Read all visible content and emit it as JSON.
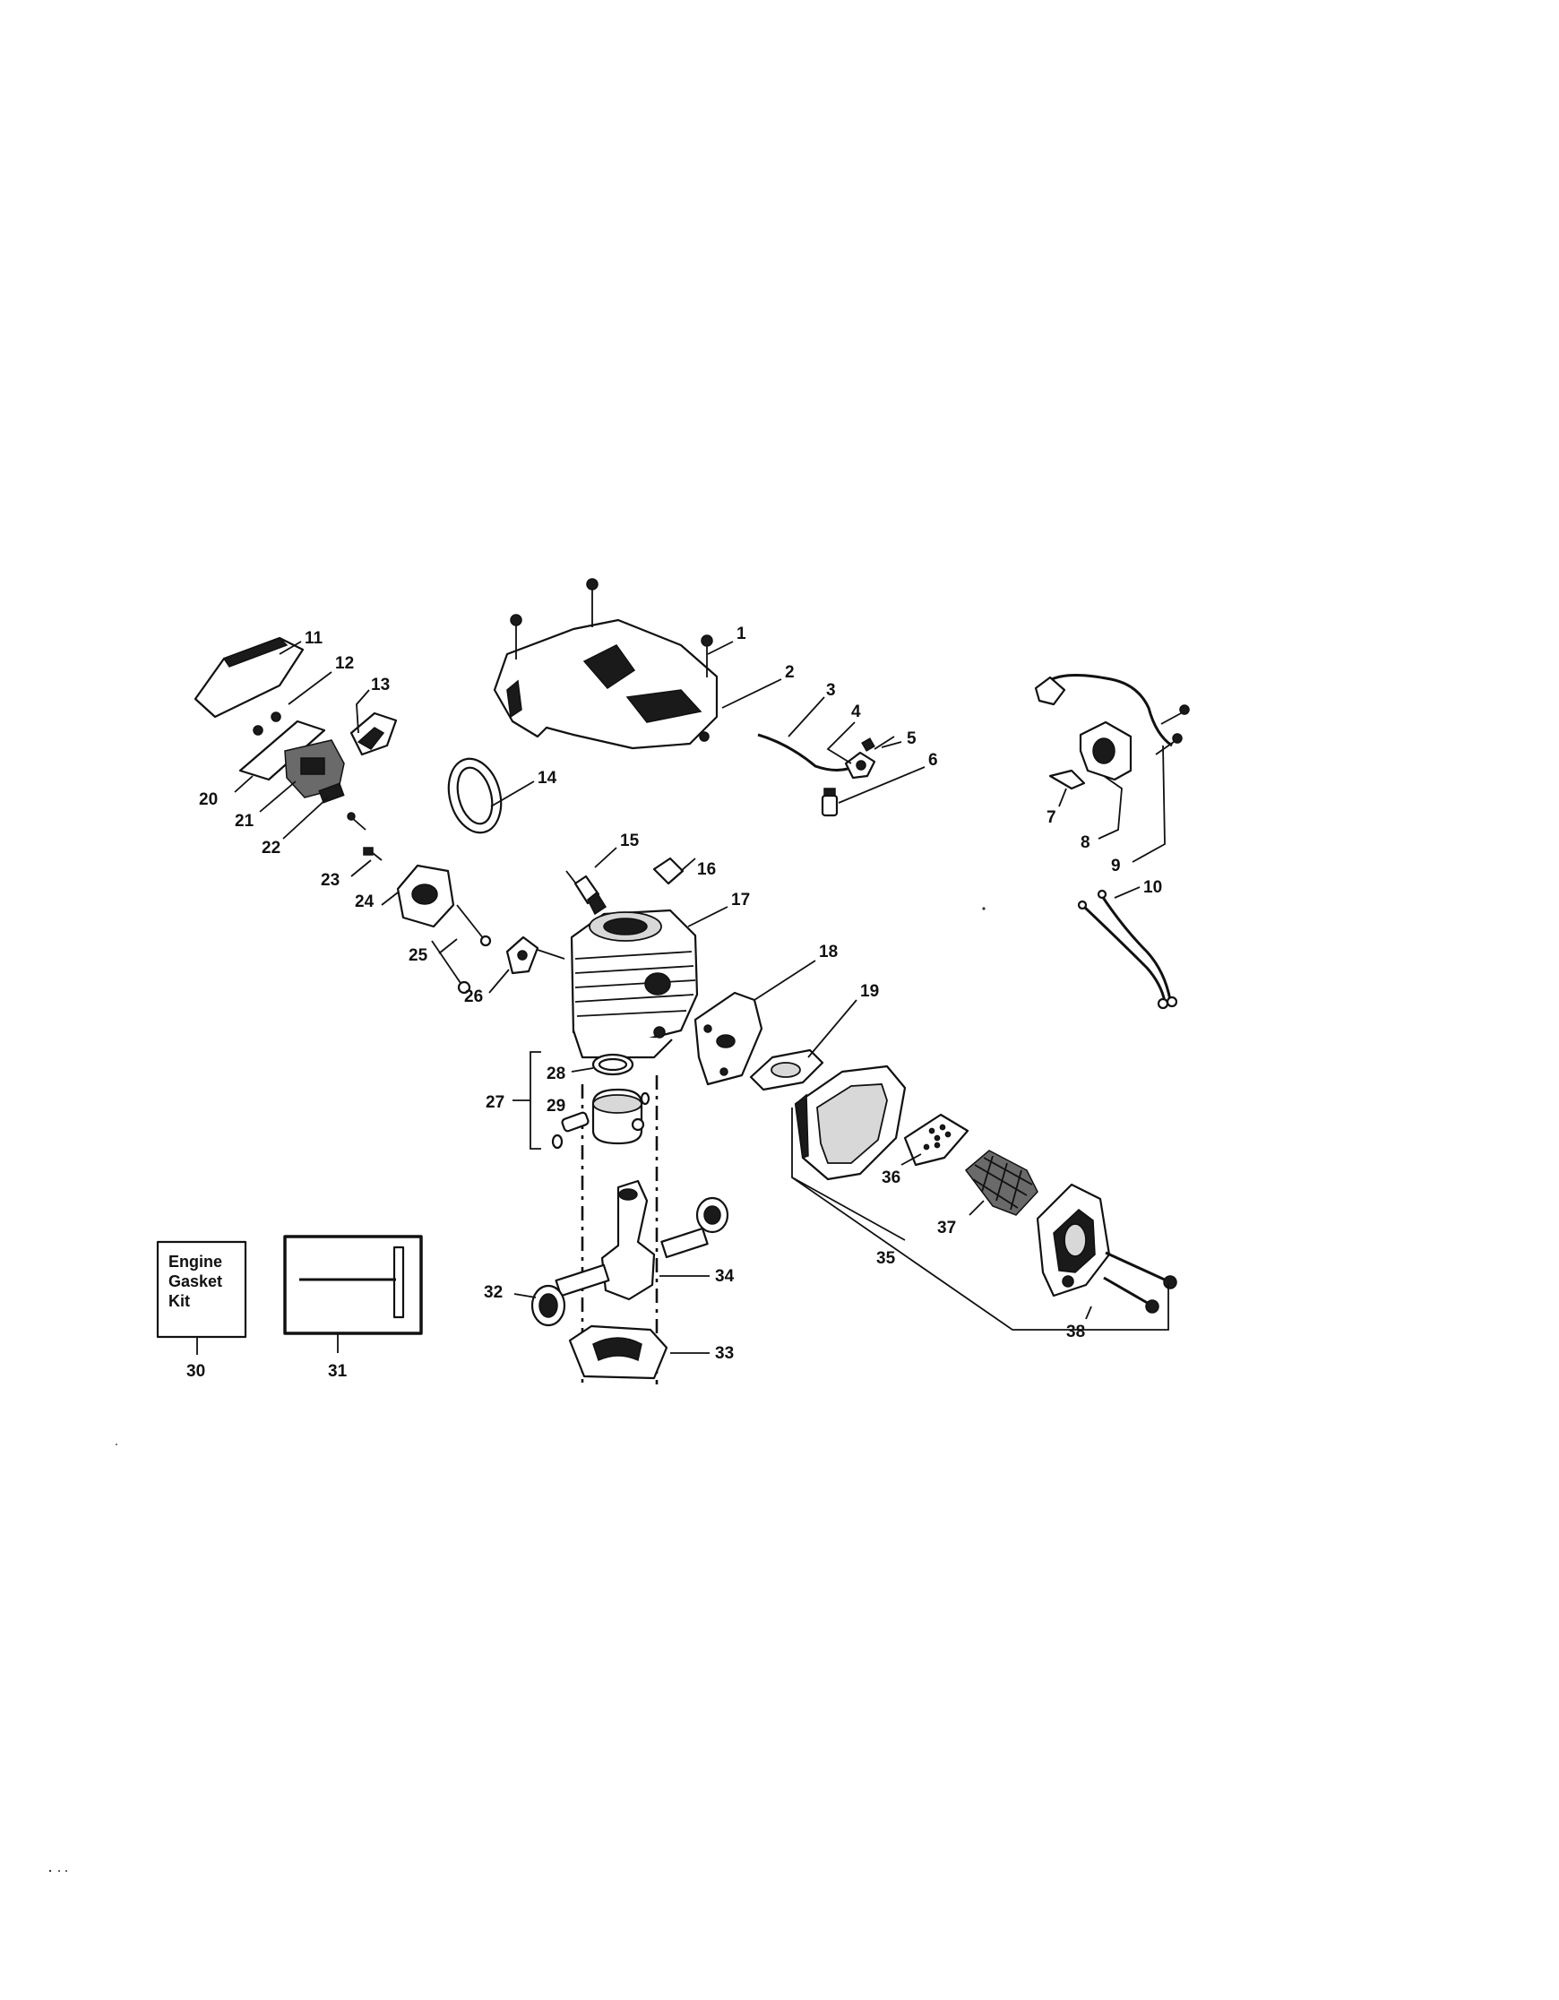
{
  "labels": {
    "l1": "1",
    "l2": "2",
    "l3": "3",
    "l4": "4",
    "l5": "5",
    "l6": "6",
    "l7": "7",
    "l8": "8",
    "l9": "9",
    "l10": "10",
    "l11": "11",
    "l12": "12",
    "l13": "13",
    "l14": "14",
    "l15": "15",
    "l16": "16",
    "l17": "17",
    "l18": "18",
    "l19": "19",
    "l20": "20",
    "l21": "21",
    "l22": "22",
    "l23": "23",
    "l24": "24",
    "l25": "25",
    "l26": "26",
    "l27": "27",
    "l28": "28",
    "l29": "29",
    "l30": "30",
    "l31": "31",
    "l32": "32",
    "l33": "33",
    "l34": "34",
    "l35": "35",
    "l36": "36",
    "l37": "37",
    "l38": "38"
  },
  "gasket_kit": {
    "line1": "Engine",
    "line2": "Gasket",
    "line3": "Kit"
  },
  "colors": {
    "ink": "#111111",
    "paper": "#ffffff"
  }
}
